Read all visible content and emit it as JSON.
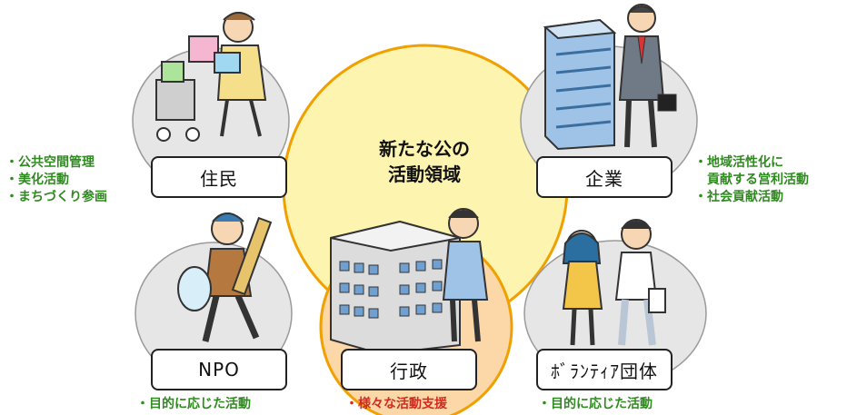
{
  "colors": {
    "center_fill": "#fdf4b0",
    "center_stroke": "#f0a000",
    "government_fill": "#fcd7a8",
    "bubble_fill": "#e6e6e6",
    "green_text": "#2f8a1f",
    "red_text": "#d22a1e"
  },
  "center": {
    "line1": "新たな公の",
    "line2": "活動領域"
  },
  "actors": {
    "residents": {
      "label": "住民",
      "notes": [
        "・公共空間管理",
        "・美化活動",
        "・まちづくり参画"
      ]
    },
    "companies": {
      "label": "企業",
      "notes": [
        "・地域活性化に",
        "　貢献する営利活動",
        "・社会貢献活動"
      ]
    },
    "npo": {
      "label": "NPO",
      "notes": [
        "・目的に応じた活動"
      ]
    },
    "government": {
      "label": "行政",
      "notes": [
        "・様々な活動支援"
      ]
    },
    "volunteer": {
      "label": "ﾎﾞﾗﾝﾃｨｱ団体",
      "notes": [
        "・目的に応じた活動"
      ]
    }
  },
  "illustrations": [
    "shopping-woman-icon",
    "office-building-icon",
    "businessman-icon",
    "npo-person-icon",
    "government-building-icon",
    "official-icon",
    "volunteer-couple-icon"
  ]
}
